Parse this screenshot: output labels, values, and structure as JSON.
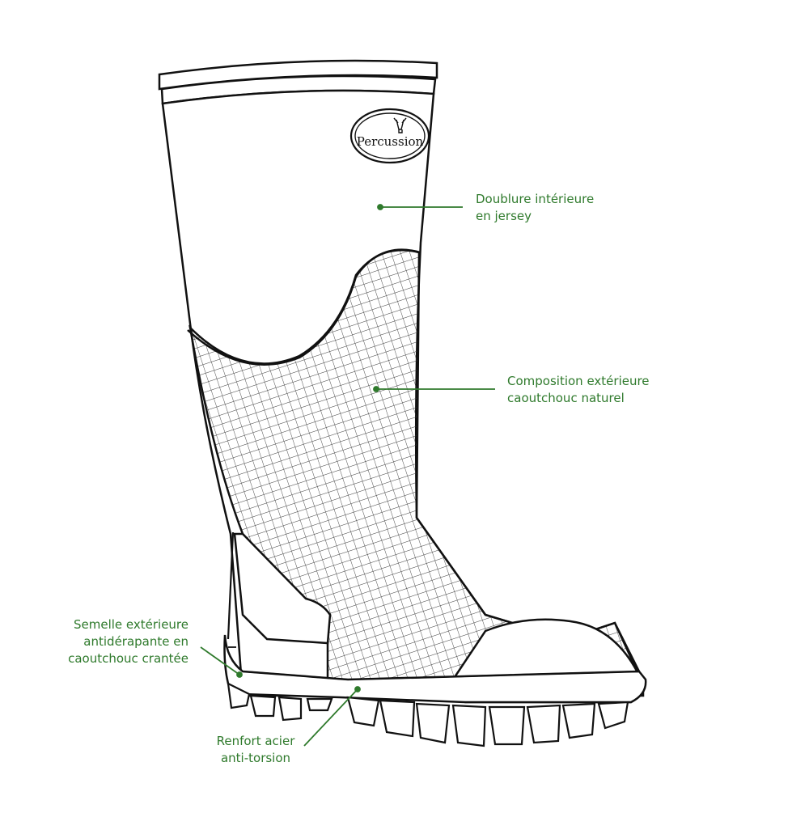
{
  "brand": {
    "logo_text": "Percussion"
  },
  "colors": {
    "accent": "#2f7a2c",
    "outline": "#111111"
  },
  "callouts": [
    {
      "id": "lining",
      "lines": [
        "Doublure intérieure",
        "en jersey"
      ]
    },
    {
      "id": "outer",
      "lines": [
        "Composition extérieure",
        "caoutchouc naturel"
      ]
    },
    {
      "id": "sole",
      "lines": [
        "Semelle extérieure",
        "antidérapante en",
        "caoutchouc crantée"
      ]
    },
    {
      "id": "steel",
      "lines": [
        "Renfort acier",
        "anti-torsion"
      ]
    }
  ]
}
